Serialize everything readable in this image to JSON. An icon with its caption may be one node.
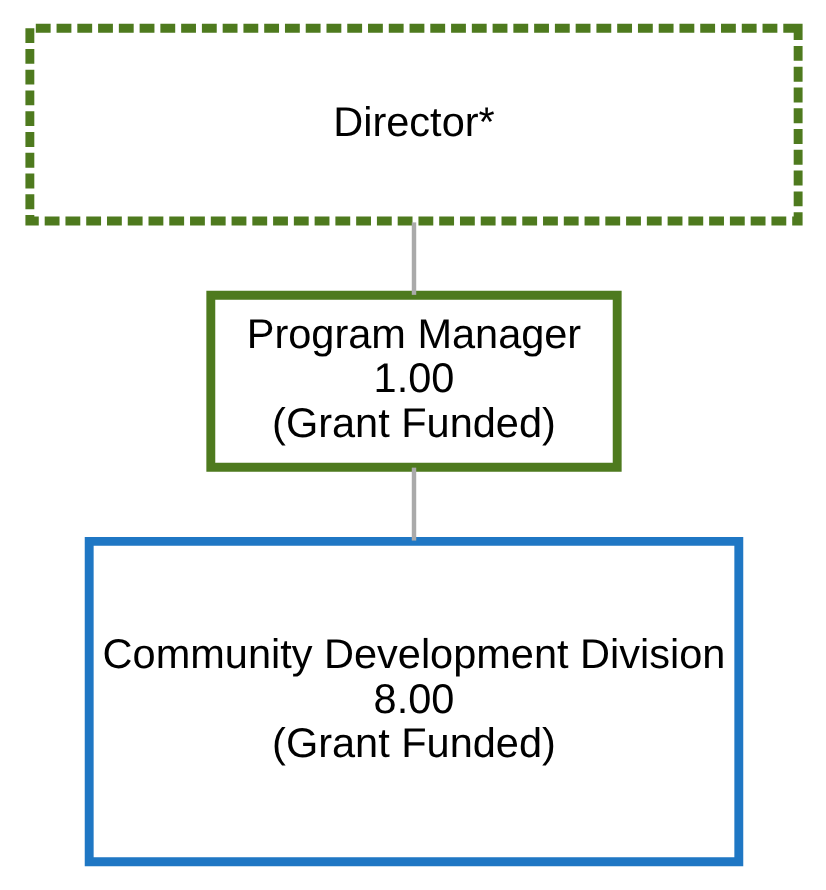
{
  "diagram": {
    "nodes": [
      {
        "text": [
          "Director*"
        ]
      },
      {
        "text": [
          "Program Manager",
          "1.00",
          "(Grant Funded)"
        ]
      },
      {
        "text": [
          "Community Development Division",
          "8.00",
          "(Grant Funded)"
        ]
      }
    ],
    "edges": [
      {
        "from": 0,
        "to": 1,
        "arrow": "none"
      },
      {
        "from": 1,
        "to": 2,
        "arrow": "none"
      }
    ]
  }
}
